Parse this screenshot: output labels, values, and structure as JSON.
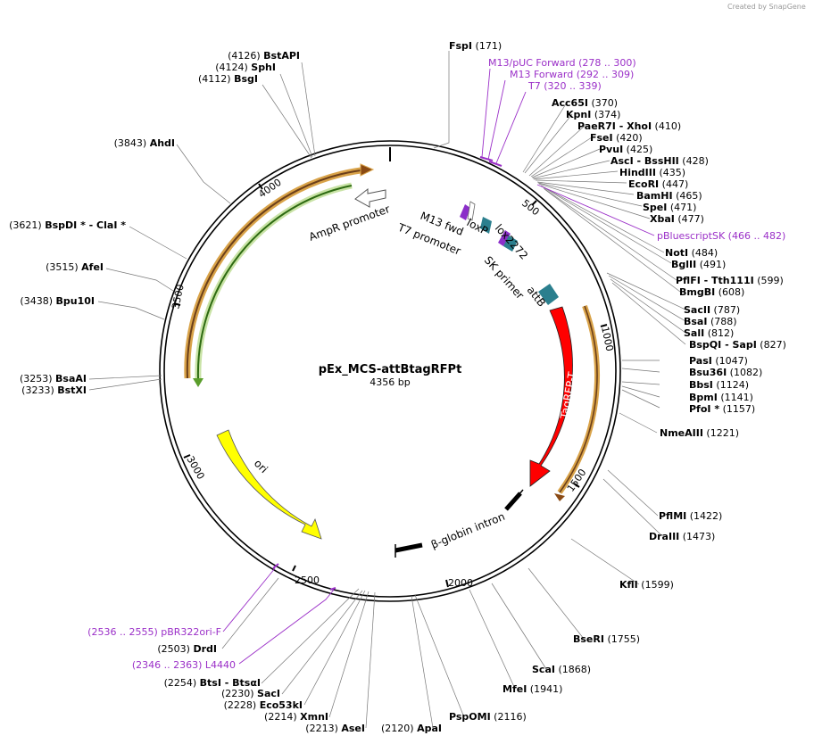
{
  "credit": "Created by SnapGene",
  "plasmid": {
    "name": "pEx_MCS-attBtagRFPt",
    "length_label": "4356 bp",
    "length": 4356
  },
  "colors": {
    "amp_arrow": "#d9a349",
    "green_arrow": "#5a9e2b",
    "ori": "#ffff00",
    "tagrfp": "#ff0000",
    "teal": "#2b7f8e",
    "primer": "#9b30c8",
    "fivep": "#8b2fc9"
  },
  "ticks": [
    "500",
    "1000",
    "1500",
    "2000",
    "2500",
    "3000",
    "3500",
    "4000"
  ],
  "features": {
    "ampr_promoter": "AmpR promoter",
    "m13_fwd": "M13 fwd",
    "t7_promoter": "T7 promoter",
    "loxp": "loxP",
    "lox2272": "lox2272",
    "sk_primer": "SK primer",
    "attb": "attB",
    "tagrfp": "TagRFP-T",
    "ori": "ori",
    "bglobin": "β-globin intron"
  },
  "labels": [
    {
      "pos": "(4126)",
      "name": "BstAPI",
      "side": "left"
    },
    {
      "pos": "(4124)",
      "name": "SphI",
      "side": "left"
    },
    {
      "pos": "(4112)",
      "name": "BsgI",
      "side": "left"
    },
    {
      "pos": "(3843)",
      "name": "AhdI",
      "side": "left"
    },
    {
      "pos": "(3621)",
      "name": "BspDI * - ClaI *",
      "side": "left"
    },
    {
      "pos": "(3515)",
      "name": "AfeI",
      "side": "left"
    },
    {
      "pos": "(3438)",
      "name": "Bpu10I",
      "side": "left"
    },
    {
      "pos": "(3253)",
      "name": "BsaAI",
      "side": "left"
    },
    {
      "pos": "(3233)",
      "name": "BstXI",
      "side": "left"
    },
    {
      "pos": "(2503)",
      "name": "DrdI",
      "side": "left"
    },
    {
      "pos": "(2254)",
      "name": "BtsI - BtsαI",
      "side": "left"
    },
    {
      "pos": "(2230)",
      "name": "SacI",
      "side": "left"
    },
    {
      "pos": "(2228)",
      "name": "Eco53kI",
      "side": "left"
    },
    {
      "pos": "(2214)",
      "name": "XmnI",
      "side": "left"
    },
    {
      "pos": "(2213)",
      "name": "AseI",
      "side": "left"
    },
    {
      "pos": "(2120)",
      "name": "ApaI",
      "side": "left"
    },
    {
      "pos": "(171)",
      "name": "FspI",
      "side": "right"
    },
    {
      "pos": "(370)",
      "name": "Acc65I",
      "side": "right"
    },
    {
      "pos": "(374)",
      "name": "KpnI",
      "side": "right"
    },
    {
      "pos": "(410)",
      "name": "PaeR7I - XhoI",
      "side": "right"
    },
    {
      "pos": "(420)",
      "name": "FseI",
      "side": "right"
    },
    {
      "pos": "(425)",
      "name": "PvuI",
      "side": "right"
    },
    {
      "pos": "(428)",
      "name": "AscI - BssHII",
      "side": "right"
    },
    {
      "pos": "(435)",
      "name": "HindIII",
      "side": "right"
    },
    {
      "pos": "(447)",
      "name": "EcoRI",
      "side": "right"
    },
    {
      "pos": "(465)",
      "name": "BamHI",
      "side": "right"
    },
    {
      "pos": "(471)",
      "name": "SpeI",
      "side": "right"
    },
    {
      "pos": "(477)",
      "name": "XbaI",
      "side": "right"
    },
    {
      "pos": "(484)",
      "name": "NotI",
      "side": "right"
    },
    {
      "pos": "(491)",
      "name": "BglII",
      "side": "right"
    },
    {
      "pos": "(599)",
      "name": "PflFI - Tth111I",
      "side": "right"
    },
    {
      "pos": "(608)",
      "name": "BmgBI",
      "side": "right"
    },
    {
      "pos": "(787)",
      "name": "SacII",
      "side": "right"
    },
    {
      "pos": "(788)",
      "name": "BsaI",
      "side": "right"
    },
    {
      "pos": "(812)",
      "name": "SalI",
      "side": "right"
    },
    {
      "pos": "(827)",
      "name": "BspQI - SapI",
      "side": "right"
    },
    {
      "pos": "(1047)",
      "name": "PasI",
      "side": "right"
    },
    {
      "pos": "(1082)",
      "name": "Bsu36I",
      "side": "right"
    },
    {
      "pos": "(1124)",
      "name": "BbsI",
      "side": "right"
    },
    {
      "pos": "(1141)",
      "name": "BpmI",
      "side": "right"
    },
    {
      "pos": "(1157)",
      "name": "PfoI *",
      "side": "right"
    },
    {
      "pos": "(1221)",
      "name": "NmeAIII",
      "side": "right"
    },
    {
      "pos": "(1422)",
      "name": "PflMI",
      "side": "right"
    },
    {
      "pos": "(1473)",
      "name": "DraIII",
      "side": "right"
    },
    {
      "pos": "(1599)",
      "name": "KflI",
      "side": "right"
    },
    {
      "pos": "(1755)",
      "name": "BseRI",
      "side": "right"
    },
    {
      "pos": "(1868)",
      "name": "ScaI",
      "side": "right"
    },
    {
      "pos": "(1941)",
      "name": "MfeI",
      "side": "right"
    },
    {
      "pos": "(2116)",
      "name": "PspOMI",
      "side": "right"
    }
  ],
  "primer_labels": [
    {
      "name": "M13/pUC Forward",
      "pos": "(278 .. 300)",
      "side": "right"
    },
    {
      "name": "M13 Forward",
      "pos": "(292 .. 309)",
      "side": "right"
    },
    {
      "name": "T7",
      "pos": "(320 .. 339)",
      "side": "right"
    },
    {
      "name": "pBluescriptSK",
      "pos": "(466 .. 482)",
      "side": "right"
    },
    {
      "name": "pBR322ori-F",
      "pos": "(2536 .. 2555)",
      "side": "left"
    },
    {
      "name": "L4440",
      "pos": "(2346 .. 2363)",
      "side": "left"
    }
  ]
}
